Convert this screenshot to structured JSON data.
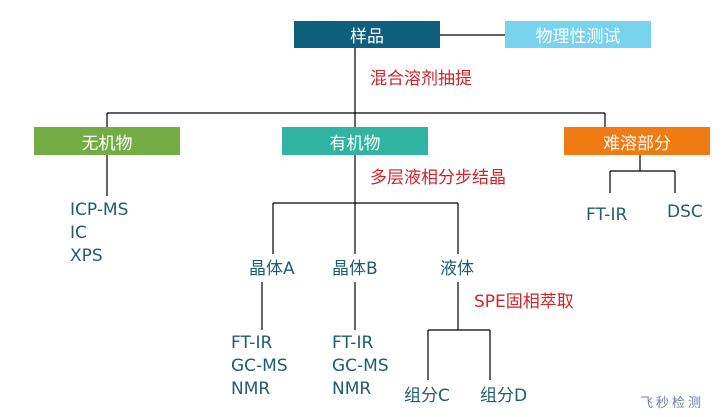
{
  "colors": {
    "sample": "#0e5f7b",
    "physical": "#78d3ee",
    "inorganic": "#74ac44",
    "organic": "#2fb4a2",
    "insoluble": "#f27a12",
    "line": "#000000",
    "text_teal": "#1f5c73",
    "text_red": "#d0232a"
  },
  "nodes": {
    "sample": "样品",
    "physical_test": "物理性测试",
    "inorganic": "无机物",
    "organic": "有机物",
    "insoluble": "难溶部分",
    "crystal_a": "晶体A",
    "crystal_b": "晶体B",
    "liquid": "液体",
    "component_c": "组分C",
    "component_d": "组分D"
  },
  "steps": {
    "mixed_solvent_extraction": "混合溶剂抽提",
    "multilayer_crystallization": "多层液相分步结晶",
    "spe": "SPE固相萃取"
  },
  "methods": {
    "inorganic": [
      "ICP-MS",
      "IC",
      "XPS"
    ],
    "insoluble": [
      "FT-IR",
      "DSC"
    ],
    "crystal_a": [
      "FT-IR",
      "GC-MS",
      "NMR"
    ],
    "crystal_b": [
      "FT-IR",
      "GC-MS",
      "NMR"
    ]
  },
  "watermark": "飞秒检测"
}
